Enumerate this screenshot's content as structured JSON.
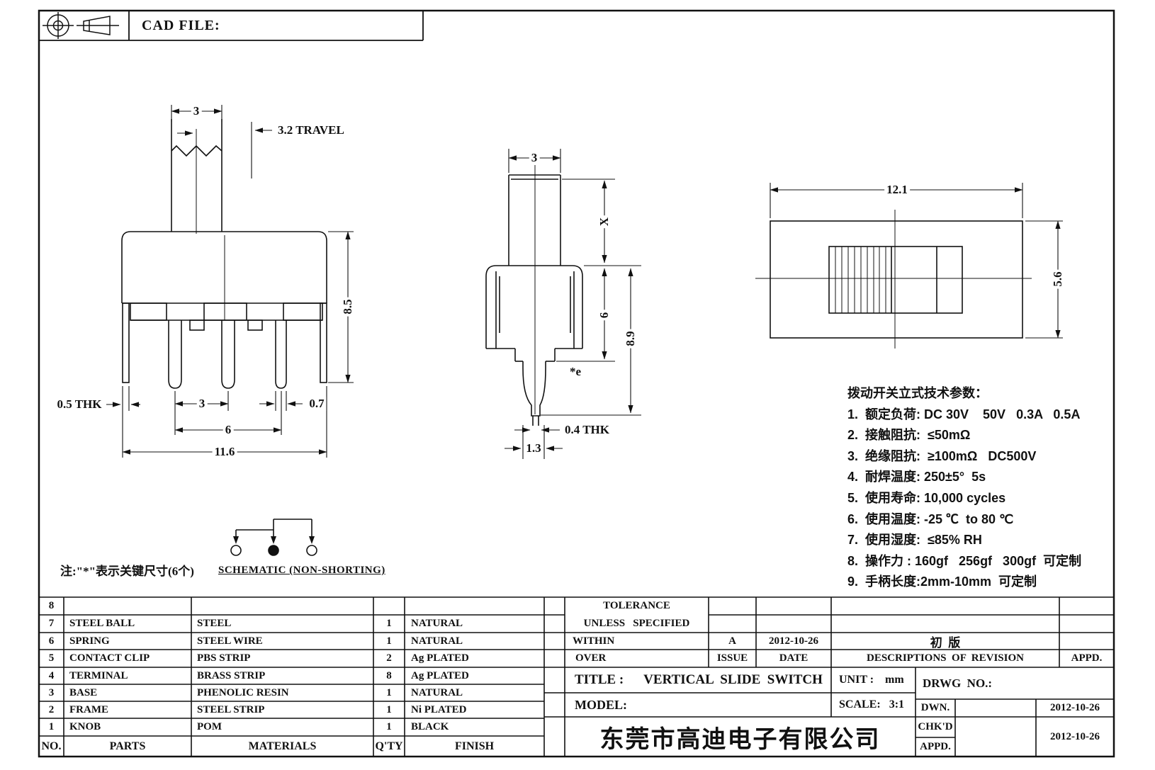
{
  "header": {
    "cad_file_label": "CAD FILE:"
  },
  "dimensions": {
    "front": {
      "knob_width": "3",
      "travel": "3.2 TRAVEL",
      "body_height": "8.5",
      "frame_thickness": "0.5 THK",
      "pin_pitch": "3",
      "pin_width": "0.7",
      "pin_span": "6",
      "total_width": "11.6"
    },
    "side": {
      "knob_width": "3",
      "knob_height": "X",
      "body_height": "6",
      "total_height": "8.9",
      "key_dim": "*e",
      "pin_thickness": "0.4 THK",
      "tip_width": "1.3"
    },
    "top": {
      "total_width": "12.1",
      "total_depth": "5.6"
    }
  },
  "schematic": {
    "caption": "SCHEMATIC (NON-SHORTING)"
  },
  "note": "注:\"*\"表示关键尺寸(6个)",
  "specs": {
    "title": "拨动开关立式技术参数：",
    "items": [
      "1.  额定负荷: DC 30V    50V   0.3A   0.5A",
      "2.  接触阻抗:  ≤50mΩ",
      "3.  绝缘阻抗:  ≥100mΩ   DC500V",
      "4.  耐焊温度: 250±5°  5s",
      "5.  使用寿命: 10,000 cycles",
      "6.  使用温度: -25 ℃  to 80 ℃",
      "7.  使用湿度:  ≤85% RH",
      "8.  操作力 : 160gf   256gf   300gf  可定制",
      "9.  手柄长度:2mm-10mm  可定制"
    ]
  },
  "parts_table": {
    "headers": {
      "no": "NO.",
      "parts": "PARTS",
      "materials": "MATERIALS",
      "qty": "Q'TY",
      "finish": "FINISH"
    },
    "rows": [
      {
        "no": "8",
        "part": "",
        "material": "",
        "qty": "",
        "finish": ""
      },
      {
        "no": "7",
        "part": "STEEL BALL",
        "material": "STEEL",
        "qty": "1",
        "finish": "NATURAL"
      },
      {
        "no": "6",
        "part": "SPRING",
        "material": "STEEL WIRE",
        "qty": "1",
        "finish": "NATURAL"
      },
      {
        "no": "5",
        "part": "CONTACT CLIP",
        "material": "PBS STRIP",
        "qty": "2",
        "finish": "Ag PLATED"
      },
      {
        "no": "4",
        "part": "TERMINAL",
        "material": "BRASS STRIP",
        "qty": "8",
        "finish": "Ag PLATED"
      },
      {
        "no": "3",
        "part": "BASE",
        "material": "PHENOLIC RESIN",
        "qty": "1",
        "finish": "NATURAL"
      },
      {
        "no": "2",
        "part": "FRAME",
        "material": "STEEL STRIP",
        "qty": "1",
        "finish": "Ni PLATED"
      },
      {
        "no": "1",
        "part": "KNOB",
        "material": "POM",
        "qty": "1",
        "finish": "BLACK"
      }
    ]
  },
  "tolerance_block": {
    "line1": "TOLERANCE",
    "line2": "UNLESS   SPECIFIED",
    "within": "WITHIN",
    "over": "OVER",
    "issue_value": "A",
    "issue_label": "ISSUE",
    "date_value": "2012-10-26",
    "date_label": "DATE"
  },
  "revision_block": {
    "description_value": "初  版",
    "description_label": "DESCRIPTIONS  OF  REVISION",
    "appd_label": "APPD."
  },
  "title_block": {
    "title_label": "TITLE :",
    "title_value": "VERTICAL  SLIDE  SWITCH",
    "model_label": "MODEL:",
    "unit_label": "UNIT :",
    "unit_value": "mm",
    "scale_label": "SCALE:",
    "scale_value": "3:1",
    "drwg_label": "DRWG  NO.:",
    "dwn_label": "DWN.",
    "dwn_date": "2012-10-26",
    "chkd_label": "CHK'D",
    "appd_label": "APPD.",
    "chkd_appd_date": "2012-10-26",
    "company": "东莞市高迪电子有限公司"
  }
}
